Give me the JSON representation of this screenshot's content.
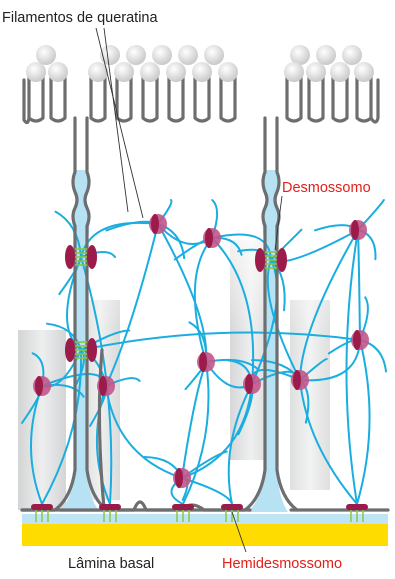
{
  "labels": {
    "keratin_filaments": "Filamentos de queratina",
    "desmosome": "Desmossomo",
    "basal_lamina": "Lâmina basal",
    "hemidesmosome": "Hemidesmossomo"
  },
  "colors": {
    "filament": "#1aaee0",
    "plaque": "#9b1b4b",
    "plaque_light": "#c2568a",
    "membrane": "#6d6e70",
    "lamina": "#ffdc00",
    "lamina_light": "#bfe4f3",
    "interspace": "#b7e2f4",
    "linker": "#8cc63f",
    "cytoplasm_shadow": "#d4d5d6",
    "accent_label": "#e2201c",
    "text": "#222222"
  }
}
